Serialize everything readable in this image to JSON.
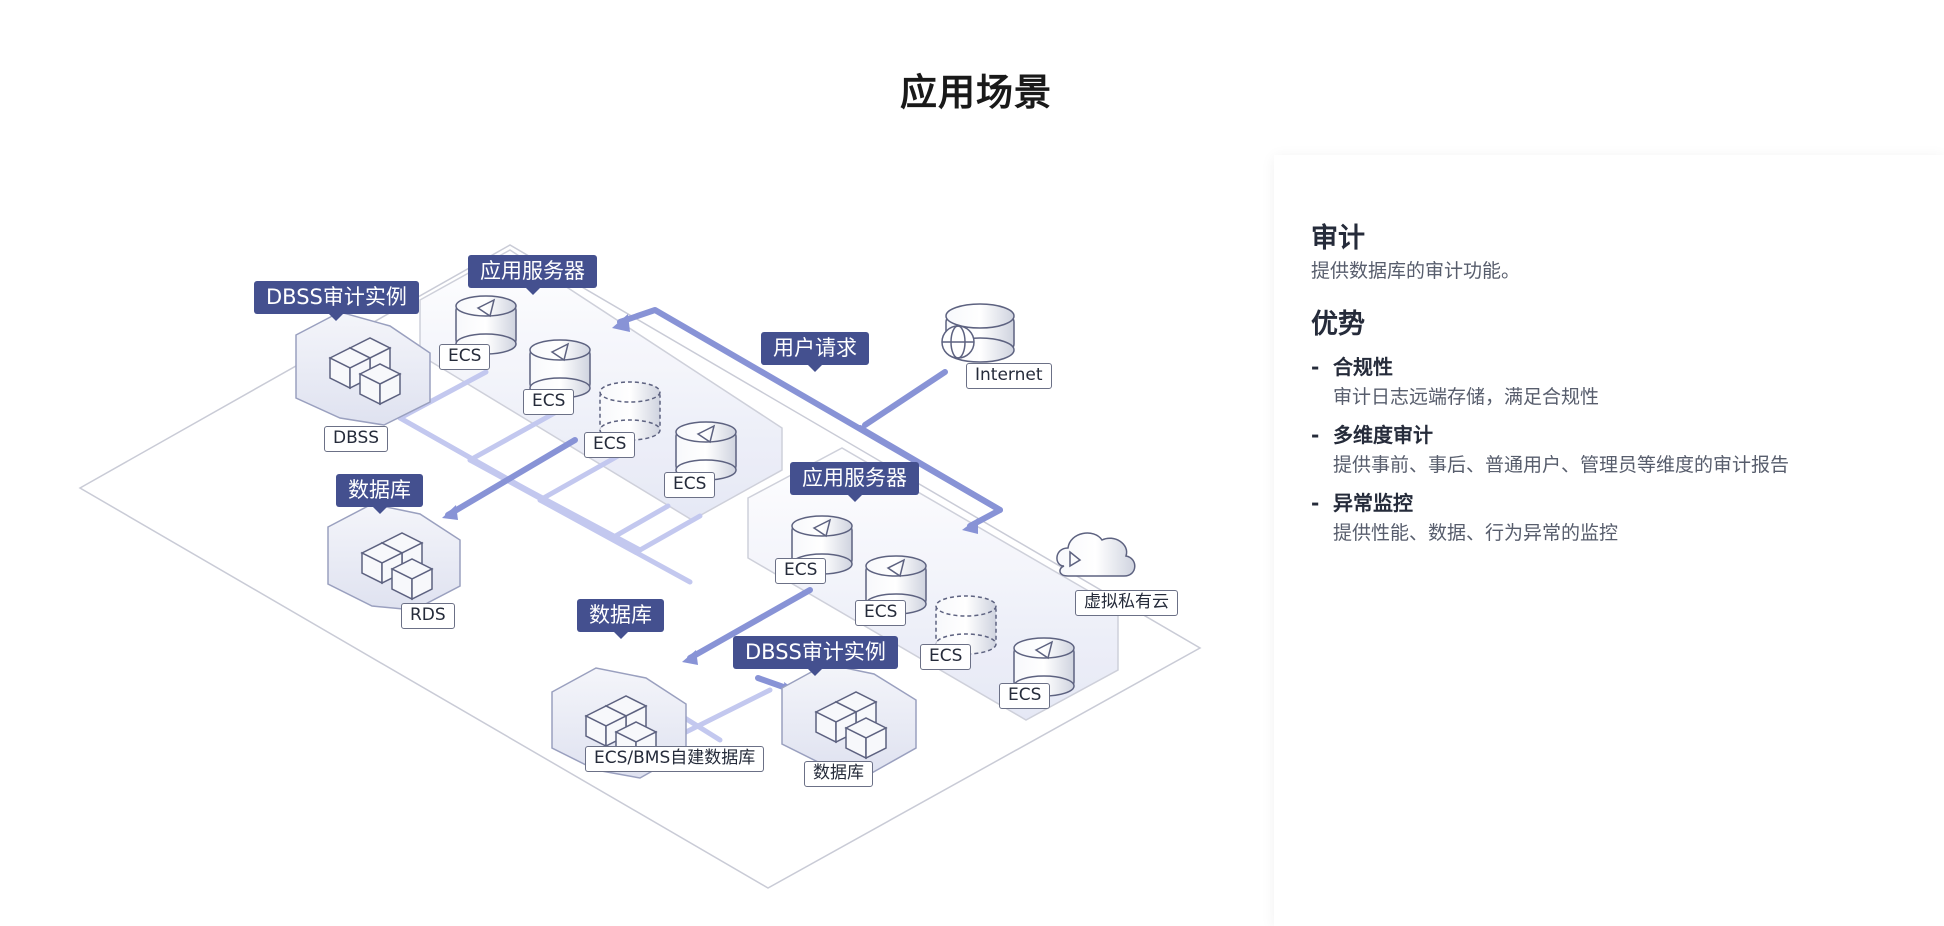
{
  "page": {
    "title": "应用场景"
  },
  "diagram": {
    "labels": {
      "dbss_instance_top": "DBSS审计实例",
      "app_server_top": "应用服务器",
      "user_request": "用户请求",
      "database_left": "数据库",
      "app_server_right": "应用服务器",
      "database_bottom": "数据库",
      "dbss_instance_bottom": "DBSS审计实例"
    },
    "tags": {
      "dbss": "DBSS",
      "rds": "RDS",
      "ecs_1": "ECS",
      "ecs_2": "ECS",
      "ecs_3": "ECS",
      "ecs_4": "ECS",
      "ecs_5": "ECS",
      "ecs_6": "ECS",
      "ecs_7": "ECS",
      "ecs_8": "ECS",
      "internet": "Internet",
      "vpc": "虚拟私有云",
      "self_built_db": "ECS/BMS自建数据库",
      "database_tag": "数据库"
    }
  },
  "panel": {
    "audit_title": "审计",
    "audit_desc": "提供数据库的审计功能。",
    "advantage_title": "优势",
    "advantages": [
      {
        "dash": "-",
        "title": "合规性",
        "desc": "审计日志远端存储，满足合规性"
      },
      {
        "dash": "-",
        "title": "多维度审计",
        "desc": "提供事前、事后、普通用户、管理员等维度的审计报告"
      },
      {
        "dash": "-",
        "title": "异常监控",
        "desc": "提供性能、数据、行为异常的监控"
      }
    ]
  },
  "colors": {
    "accent": "#44508f",
    "flow_line": "#8893d6",
    "flow_light": "#c3c8ef",
    "platform_edge": "#c9cbd6"
  }
}
